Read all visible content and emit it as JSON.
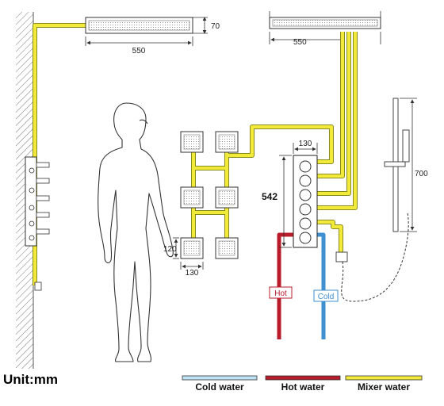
{
  "dimensions": {
    "top_left_width": "550",
    "top_left_height": "70",
    "top_right_width": "550",
    "panel_width": "130",
    "panel_height": "542",
    "jet_height": "120",
    "jet_width": "130",
    "slide_bar_height": "700"
  },
  "tags": {
    "hot": "Hot",
    "cold": "Cold"
  },
  "unit_label": "Unit:mm",
  "legend": [
    {
      "label": "Cold water",
      "color": "#bfe3f5"
    },
    {
      "label": "Hot water",
      "color": "#b81c2a"
    },
    {
      "label": "Mixer water",
      "color": "#f2ea3b"
    }
  ],
  "colors": {
    "mixer": "#f2ea3b",
    "mixer_outline": "#8b8a1a",
    "hot": "#b81c2a",
    "cold": "#3d8fcf",
    "cold_legend": "#bfe3f5"
  }
}
